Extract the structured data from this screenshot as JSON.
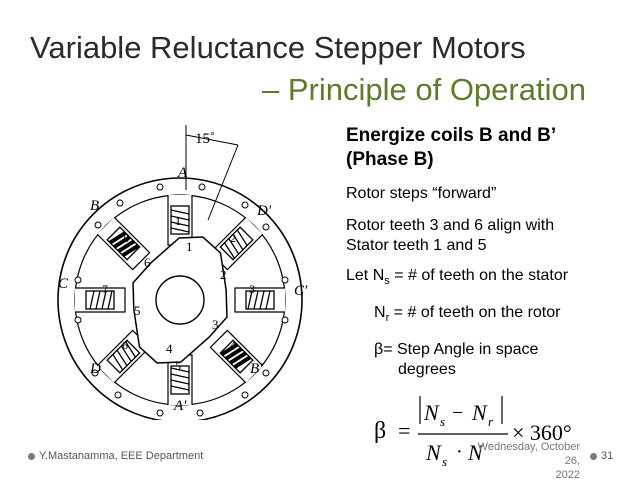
{
  "slide": {
    "title": "Variable Reluctance Stepper Motors",
    "subtitle": "– Principle of Operation"
  },
  "figure": {
    "angle_label": "15˚",
    "stator_labels": [
      "A",
      "B",
      "D'",
      "C",
      "C'",
      "D",
      "B'",
      "A'"
    ],
    "stator_numbers": [
      "1",
      "8",
      "2",
      "7",
      "3",
      "6",
      "4",
      "5"
    ],
    "rotor_numbers": [
      "1",
      "2",
      "3",
      "4",
      "5",
      "6"
    ]
  },
  "bullets": {
    "heading_line1": "Energize coils B and B’",
    "heading_line2": "(Phase B)",
    "item1": "Rotor steps “forward”",
    "item2_line1": "Rotor teeth 3 and 6 align with",
    "item2_line2": "Stator teeth 1 and 5",
    "ns_prefix": "Let N",
    "ns_sub": "s",
    "ns_text": " = # of teeth on the stator",
    "nr_prefix": "N",
    "nr_sub": "r",
    "nr_text": " = # of teeth on the rotor",
    "beta_line1": "β= Step Angle in space",
    "beta_line2": "degrees"
  },
  "formula": {
    "lhs": "β",
    "equals": "=",
    "times": "× 360°",
    "num_left": "N",
    "num_left_sub": "s",
    "num_minus": "−",
    "num_right": "N",
    "num_right_sub": "r",
    "den_left": "N",
    "den_left_sub": "s",
    "den_dot": "·",
    "den_right": "N"
  },
  "footer": {
    "left": "Y.Mastanamma, EEE Department",
    "date_line1": "Wednesday, October 26,",
    "date_line2": "2022",
    "page": "31"
  }
}
